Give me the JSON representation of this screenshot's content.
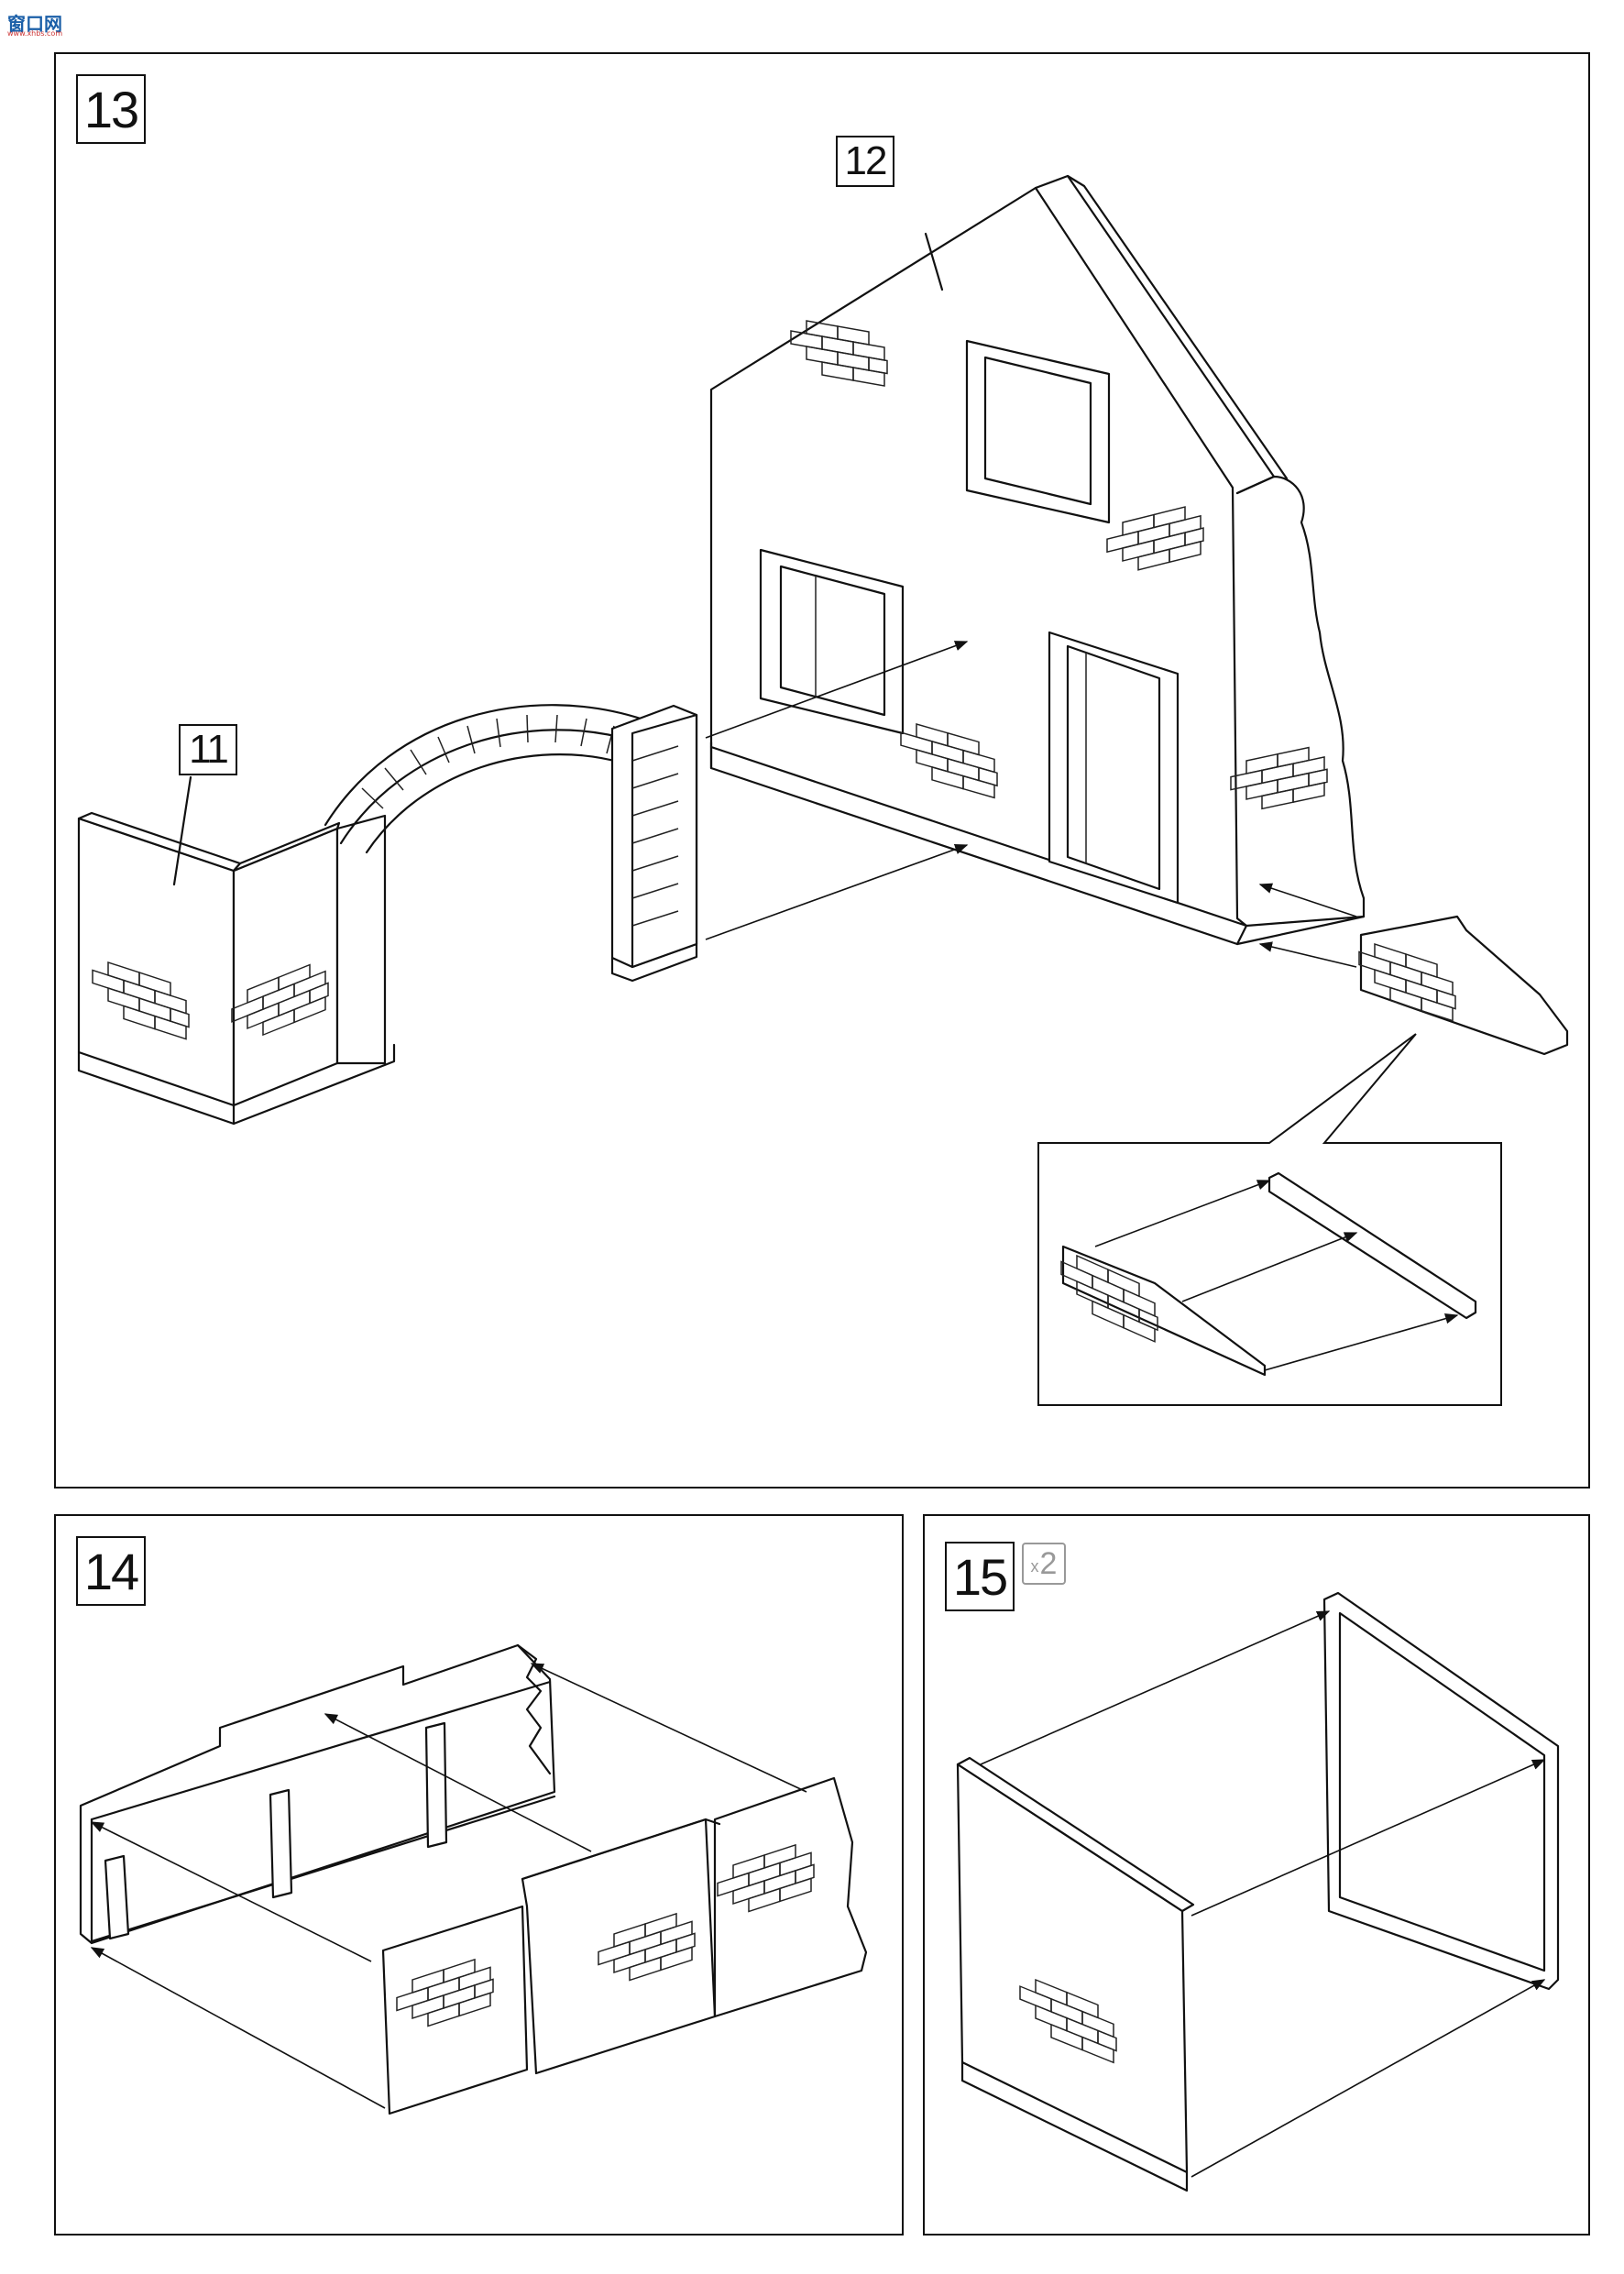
{
  "watermark": {
    "text": "窗口网",
    "url_text": "www.xhbs.com"
  },
  "steps": {
    "s13": {
      "number": "13"
    },
    "s14": {
      "number": "14"
    },
    "s15": {
      "number": "15",
      "multiplier_prefix": "x",
      "multiplier": "2"
    }
  },
  "parts": {
    "p11": "11",
    "p12": "12"
  },
  "icons": [
    "arrow-icon",
    "brick-pattern-icon"
  ]
}
